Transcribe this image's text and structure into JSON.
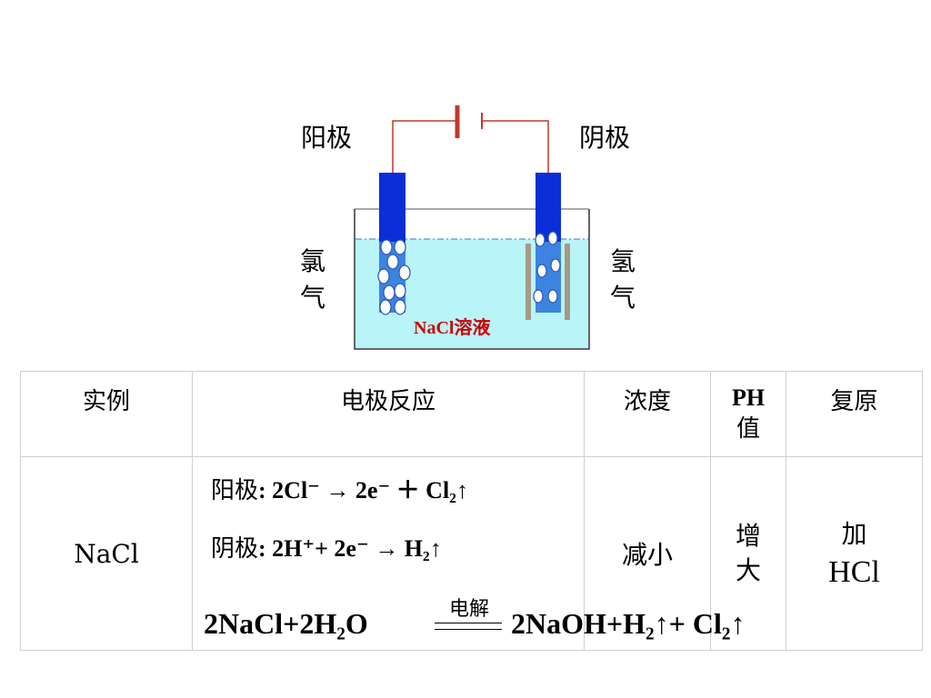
{
  "diagram": {
    "anode_label": "阳极",
    "cathode_label": "阴极",
    "chlorine_label": [
      "氯",
      "气"
    ],
    "hydrogen_label": [
      "氢",
      "气"
    ],
    "solution_label": "NaCl溶液",
    "colors": {
      "electrode": "#0a2fd6",
      "solution": "#b8f4f8",
      "wire": "#c0392b",
      "label_red": "#cc0000",
      "bubble": "#ffffff",
      "diaphragm": "#a49a86"
    }
  },
  "table": {
    "headers": [
      "实例",
      "电极反应",
      "浓度",
      "复原"
    ],
    "ph_header": {
      "ph": "PH",
      "value": "值"
    },
    "row": {
      "example": "NaCl",
      "anode_prefix": "阳极",
      "anode_equation": ": 2Cl⁻ → 2e⁻ ＋ Cl₂↑",
      "cathode_prefix": "阴极",
      "cathode_equation": ": 2H⁺+ 2e⁻ → H₂↑",
      "concentration": "减小",
      "ph_change": [
        "增",
        "大"
      ],
      "restore": [
        "加",
        "HCl"
      ]
    }
  },
  "overall": {
    "lhs": "2NaCl+2H₂O",
    "condition": "电解",
    "rhs": "2NaOH+H₂↑+ Cl₂↑"
  }
}
